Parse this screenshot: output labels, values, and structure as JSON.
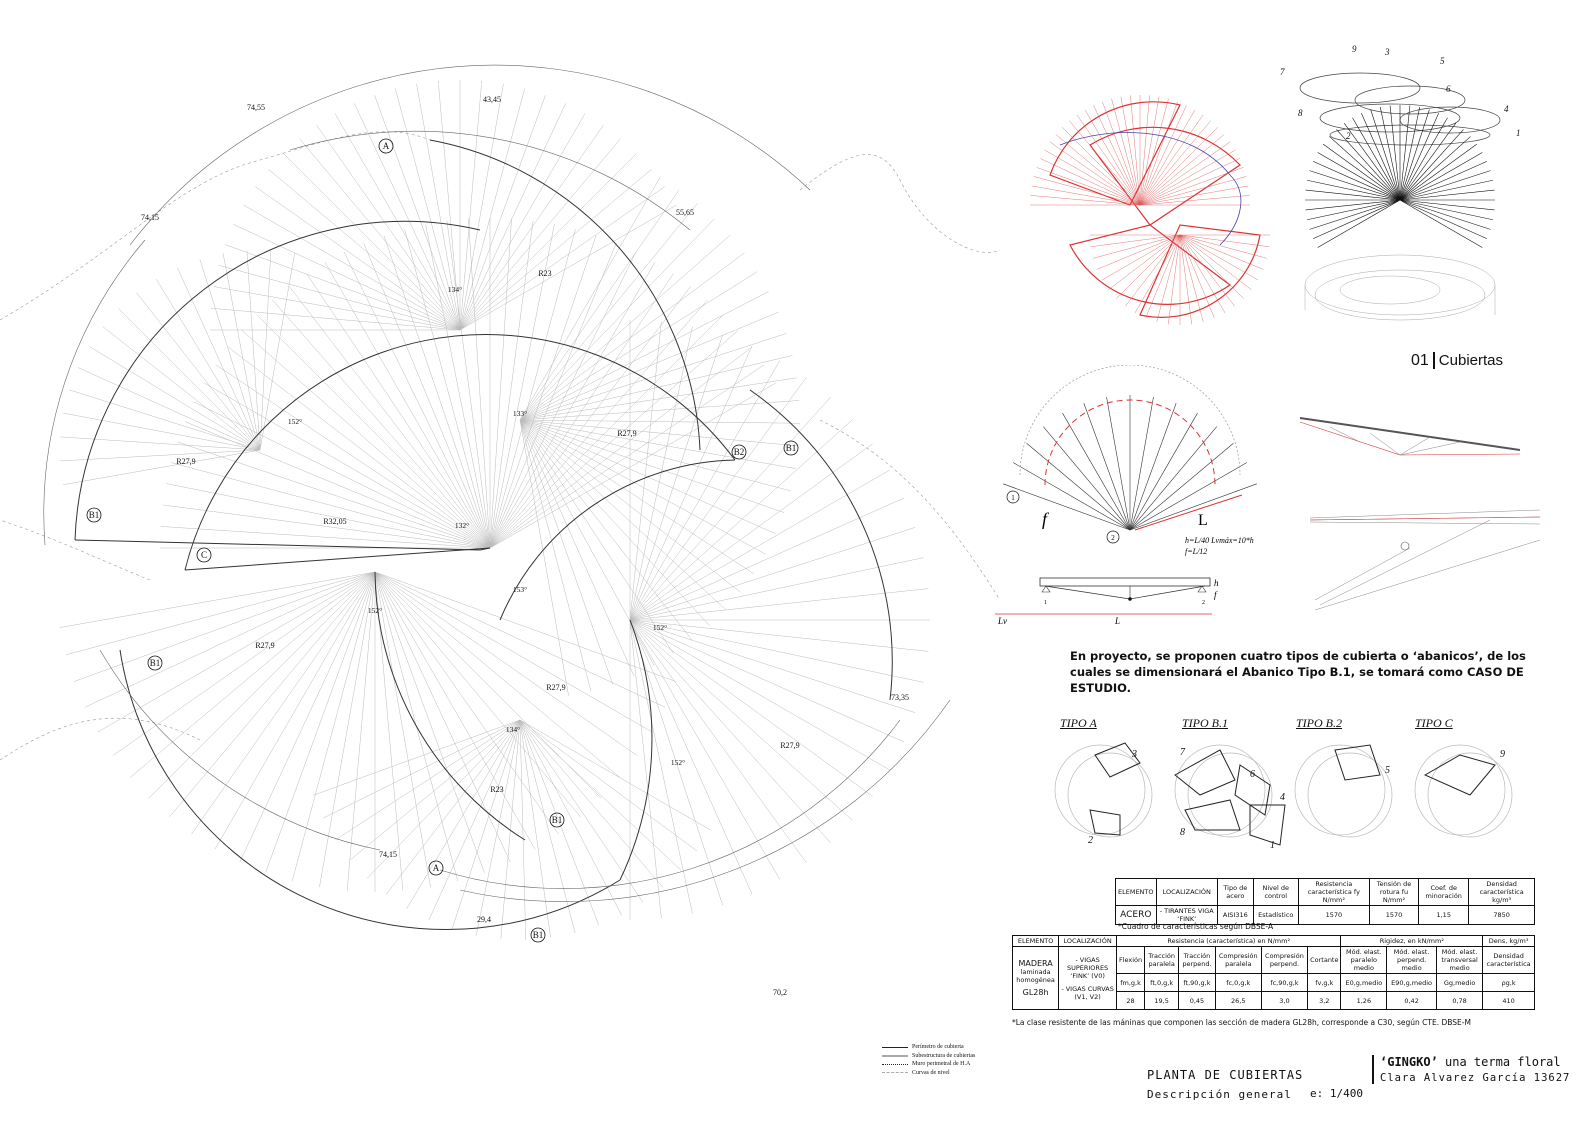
{
  "plan": {
    "dimensions": [
      "74,55",
      "43,45",
      "74,15",
      "55,65",
      "74,15",
      "29,4",
      "70,2",
      "73,35"
    ],
    "radii": [
      "R23",
      "R27,9",
      "R27,9",
      "R32,05",
      "R27,9",
      "R27,9",
      "R27,9",
      "R23"
    ],
    "angles": [
      "134°",
      "152°",
      "133°",
      "132°",
      "153°",
      "152°",
      "152°",
      "134°",
      "152°"
    ],
    "labels": [
      "A",
      "B2",
      "B1",
      "B1",
      "C",
      "B1",
      "B1",
      "A",
      "B1"
    ]
  },
  "axonometric_numbers": [
    "9",
    "3",
    "7",
    "5",
    "6",
    "4",
    "8",
    "2",
    "1"
  ],
  "section": {
    "number": "01",
    "title": "Cubiertas"
  },
  "fan_diagram": {
    "f_label": "f",
    "L_label": "L",
    "marker_1": "1",
    "marker_2": "2",
    "formula_1": "h=L/40   Lvmáx=10*h",
    "formula_2": "f=L/12",
    "h_label": "h",
    "f_side": "f",
    "lv_label": "Lv",
    "l_label": "L",
    "support_1": "1",
    "support_2": "2"
  },
  "intro_text": "En proyecto, se proponen cuatro tipos de cubierta o ‘abanicos’, de los cuales se dimensionará el Abanico Tipo B.1, se tomará como CASO DE ESTUDIO.",
  "types": [
    {
      "label": "TIPO A",
      "numbers": [
        "3",
        "2"
      ]
    },
    {
      "label": "TIPO B.1",
      "numbers": [
        "7",
        "6",
        "4",
        "8",
        "1"
      ]
    },
    {
      "label": "TIPO B.2",
      "numbers": [
        "5"
      ]
    },
    {
      "label": "TIPO C",
      "numbers": [
        "9"
      ]
    }
  ],
  "steel_table": {
    "headers": [
      "ELEMENTO",
      "LOCALIZACIÓN",
      "Tipo de acero",
      "Nivel de control",
      "Resistencia característica fy N/mm²",
      "Tensión de rotura fu N/mm²",
      "Coef. de minoración",
      "Densidad característica kg/m³"
    ],
    "row": [
      "ACERO",
      "- TIRANTES VIGA ‘FINK’",
      "AISI316",
      "Estadístico",
      "1570",
      "1570",
      "1,15",
      "7850"
    ],
    "note": "*Cuadro de características según DBSE-A"
  },
  "wood_table": {
    "h_elemento": "ELEMENTO",
    "h_localizacion": "LOCALIZACIÓN",
    "h_resistencia": "Resistencia (característica) en N/mm²",
    "h_rigidez": "Rigidez, en kN/mm²",
    "h_dens": "Dens, kg/m³",
    "subheaders": [
      "Flexión",
      "Tracción paralela",
      "Tracción perpend.",
      "Compresión paralela",
      "Compresión perpend.",
      "Cortante",
      "Mód. elast. paralelo medio",
      "Mód. elast. perpend. medio",
      "Mód. elast. transversal medio",
      "Densidad característica"
    ],
    "symbols": [
      "fm,g,k",
      "ft,0,g,k",
      "ft,90,g,k",
      "fc,0,g,k",
      "fc,90,g,k",
      "fv,g,k",
      "E0,g,medio",
      "E90,g,medio",
      "Gg,medio",
      "ρg,k"
    ],
    "values": [
      "28",
      "19,5",
      "0,45",
      "26,5",
      "3,0",
      "3,2",
      "1,26",
      "0,42",
      "0,78",
      "410"
    ],
    "elemento_main": "MADERA",
    "elemento_sub": "laminada homogénea",
    "elemento_class": "GL28h",
    "loc_1": "- VIGAS SUPERIORES ‘FINK’ (V0)",
    "loc_2": "- VIGAS CURVAS (V1, V2)",
    "note": "*La clase resistente de las máninas que componen las sección de madera GL28h, corresponde a C30, según CTE. DBSE-M"
  },
  "legend": [
    "Perímetro de cubierta",
    "Subestructura de cubiertas",
    "Muro perimetral de H.A",
    "Curvas de nivel"
  ],
  "title_block": {
    "main": "PLANTA DE CUBIERTAS",
    "sub": "Descripción general",
    "scale": "e: 1/400",
    "project_name": "‘GINGKO’",
    "project_desc": " una terma floral",
    "author": "Clara Alvarez García 13627"
  }
}
